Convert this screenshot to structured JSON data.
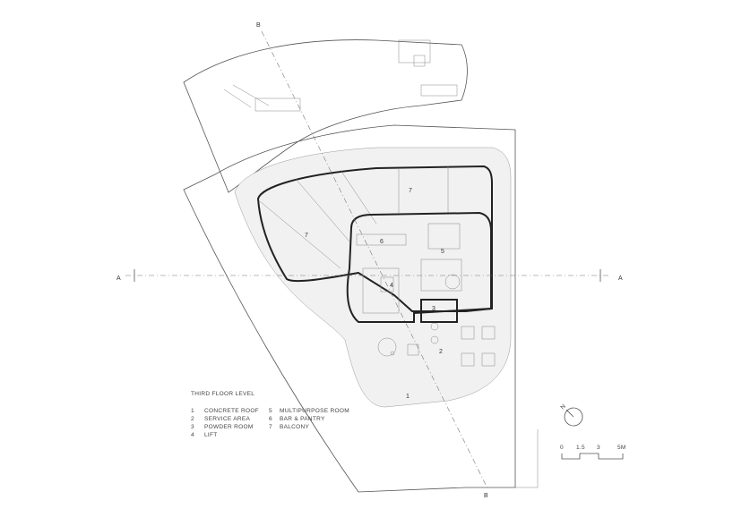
{
  "plan": {
    "title": "THIRD FLOOR LEVEL",
    "section_marks": {
      "a_left": "A",
      "a_right": "A",
      "b_top": "B",
      "b_bottom": "B"
    },
    "room_labels": [
      {
        "num": "1"
      },
      {
        "num": "2"
      },
      {
        "num": "3"
      },
      {
        "num": "4"
      },
      {
        "num": "5"
      },
      {
        "num": "6"
      },
      {
        "num": "7"
      },
      {
        "num": "7"
      }
    ],
    "legend": [
      {
        "num": "1",
        "label": "CONCRETE ROOF"
      },
      {
        "num": "2",
        "label": "SERVICE AREA"
      },
      {
        "num": "3",
        "label": "POWDER ROOM"
      },
      {
        "num": "4",
        "label": "LIFT"
      },
      {
        "num": "5",
        "label": "MULTIPURPOSE ROOM"
      },
      {
        "num": "6",
        "label": "BAR & PANTRY"
      },
      {
        "num": "7",
        "label": "BALCONY"
      }
    ],
    "north_label": "N",
    "scale_bar": {
      "ticks": [
        "0",
        "1.5",
        "3",
        "5M"
      ]
    }
  }
}
